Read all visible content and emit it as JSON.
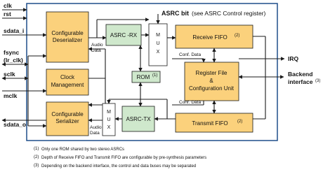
{
  "header": {
    "asrc_bit": "ASRC bit",
    "asrc_bit_note": "(see ASRC Control register)"
  },
  "pins_left": {
    "clk": "clk",
    "rst": "rst",
    "sdata_i": "sdata_i",
    "fsync": "fsync",
    "lr_clk": "(lr_clk)",
    "sclk": "sclk",
    "mclk": "mclk",
    "sdata_o": "sdata_o"
  },
  "pins_right": {
    "irq": "IRQ",
    "backend_line1": "Backend",
    "backend_line2": "interface",
    "backend_sup": "(3)"
  },
  "blocks": {
    "deser_line1": "Configurable",
    "deser_line2": "Deserializer",
    "asrc_rx": "ASRC -RX",
    "rx_fifo": "Receive FIFO",
    "rx_fifo_sup": "(2)",
    "rom": "ROM",
    "rom_sup": "(1)",
    "clock_line1": "Clock",
    "clock_line2": "Management",
    "regfile_line1": "Register File",
    "regfile_line2": "&",
    "regfile_line3": "Configuration Unit",
    "ser_line1": "Configurable",
    "ser_line2": "Serializer",
    "asrc_tx": "ASRC-TX",
    "tx_fifo": "Transmit FIFO",
    "tx_fifo_sup": "(2)",
    "mux_letters": [
      "M",
      "U",
      "X"
    ]
  },
  "signals": {
    "audio": "Audio",
    "data": "Data",
    "conf_data": "Conf. Data"
  },
  "footnotes": [
    {
      "sup": "(1)",
      "text": "Only one ROM shared by two stereo ASRCs"
    },
    {
      "sup": "(2)",
      "text": "Depth of Receive FIFO and Transmit FIFO are configurable by pre-synthesis parameters"
    },
    {
      "sup": "(3)",
      "text": "Depending on the backend interface, the control and data buses may be separated"
    }
  ]
}
